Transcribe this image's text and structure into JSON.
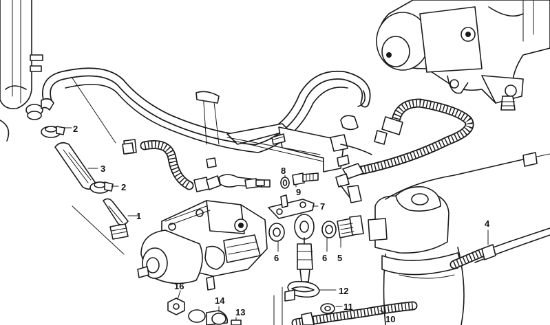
{
  "callouts": [
    {
      "id": "c1",
      "text": "1"
    },
    {
      "id": "c2a",
      "text": "2"
    },
    {
      "id": "c2b",
      "text": "2"
    },
    {
      "id": "c3",
      "text": "3"
    },
    {
      "id": "c4",
      "text": "4"
    },
    {
      "id": "c5",
      "text": "5"
    },
    {
      "id": "c6a",
      "text": "6"
    },
    {
      "id": "c6b",
      "text": "6"
    },
    {
      "id": "c7",
      "text": "7"
    },
    {
      "id": "c8",
      "text": "8"
    },
    {
      "id": "c9",
      "text": "9"
    },
    {
      "id": "c10",
      "text": "10"
    },
    {
      "id": "c11",
      "text": "11"
    },
    {
      "id": "c12",
      "text": "12"
    },
    {
      "id": "c13",
      "text": "13"
    },
    {
      "id": "c14",
      "text": "14"
    },
    {
      "id": "c16",
      "text": "16"
    }
  ]
}
